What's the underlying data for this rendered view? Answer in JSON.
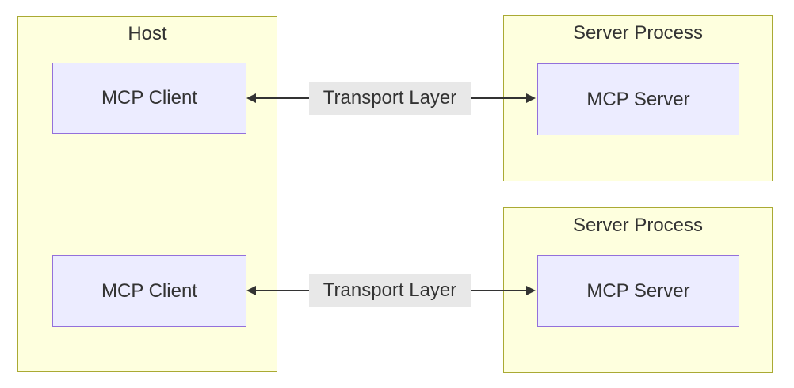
{
  "colors": {
    "canvas_bg": "#ffffff",
    "cluster_fill": "#feffde",
    "cluster_border": "#aaaa33",
    "node_fill": "#ececff",
    "node_border": "#9370db",
    "edge_line": "#333333",
    "edge_label_bg": "#e8e8e8",
    "text": "#333333"
  },
  "diagram": {
    "host": {
      "title": "Host",
      "clients": [
        {
          "label": "MCP Client"
        },
        {
          "label": "MCP Client"
        }
      ]
    },
    "server_processes": [
      {
        "title": "Server Process",
        "server": {
          "label": "MCP Server"
        }
      },
      {
        "title": "Server Process",
        "server": {
          "label": "MCP Server"
        }
      }
    ],
    "edges": [
      {
        "label": "Transport Layer",
        "direction": "bidirectional"
      },
      {
        "label": "Transport Layer",
        "direction": "bidirectional"
      }
    ]
  }
}
